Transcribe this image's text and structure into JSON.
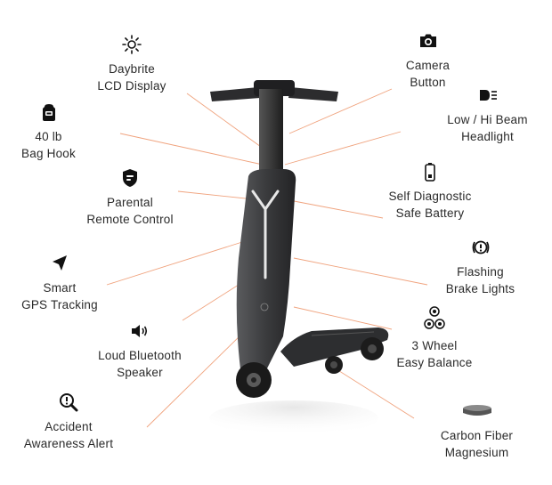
{
  "features": [
    {
      "id": "daybrite",
      "icon": "sun-icon",
      "line1": "Daybrite",
      "line2": "LCD Display"
    },
    {
      "id": "camera",
      "icon": "camera-icon",
      "line1": "Camera",
      "line2": "Button"
    },
    {
      "id": "baghook",
      "icon": "backpack-icon",
      "line1": "40 lb",
      "line2": "Bag Hook"
    },
    {
      "id": "headlight",
      "icon": "headlight-icon",
      "line1": "Low / Hi Beam",
      "line2": "Headlight"
    },
    {
      "id": "parental",
      "icon": "shield-remote-icon",
      "line1": "Parental",
      "line2": "Remote Control"
    },
    {
      "id": "battery",
      "icon": "battery-icon",
      "line1": "Self Diagnostic",
      "line2": "Safe Battery"
    },
    {
      "id": "gps",
      "icon": "navigation-arrow-icon",
      "line1": "Smart",
      "line2": "GPS Tracking"
    },
    {
      "id": "brake",
      "icon": "warning-circle-icon",
      "line1": "Flashing",
      "line2": "Brake Lights"
    },
    {
      "id": "speaker",
      "icon": "speaker-icon",
      "line1": "Loud Bluetooth",
      "line2": "Speaker"
    },
    {
      "id": "wheel",
      "icon": "three-wheels-icon",
      "line1": "3 Wheel",
      "line2": "Easy Balance"
    },
    {
      "id": "accident",
      "icon": "alert-magnifier-icon",
      "line1": "Accident",
      "line2": "Awareness Alert"
    },
    {
      "id": "carbon",
      "icon": "carbon-disc-icon",
      "line1": "Carbon Fiber",
      "line2": "Magnesium"
    }
  ],
  "colors": {
    "leader": "#f0a37e",
    "icon": "#111111",
    "scooter": "#3a3b3d"
  }
}
